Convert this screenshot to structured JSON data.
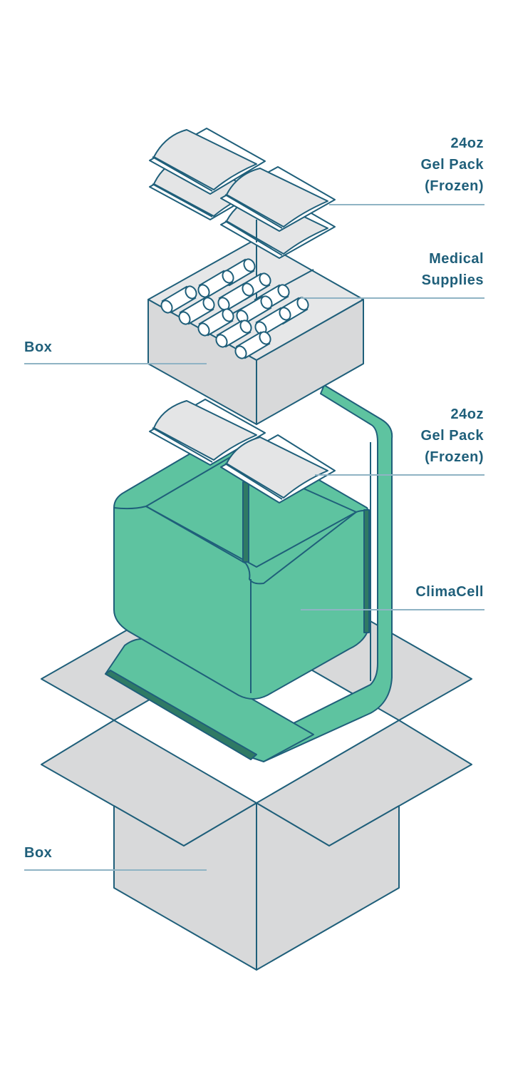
{
  "labels": {
    "gel_pack_top": [
      "24oz",
      "Gel Pack",
      "(Frozen)"
    ],
    "medical_supplies": [
      "Medical",
      "Supplies"
    ],
    "box_inner": "Box",
    "gel_pack_middle": [
      "24oz",
      "Gel Pack",
      "(Frozen)"
    ],
    "climacell": "ClimaCell",
    "box_outer": "Box"
  },
  "colors": {
    "stroke": "#1f5f7a",
    "label_text": "#1f5f7a",
    "leader_line": "#8fb3c4",
    "box_fill": "#d8d9da",
    "box_fill_light": "#e6e7e8",
    "gel_pack_fill": "#e4e5e6",
    "climacell_fill": "#5ec3a0",
    "climacell_dark": "#2f7a64",
    "vial_fill": "#ffffff"
  },
  "icons": {
    "gel_pack": "pillow-pack-icon",
    "vial": "cylinder-vial-icon"
  }
}
